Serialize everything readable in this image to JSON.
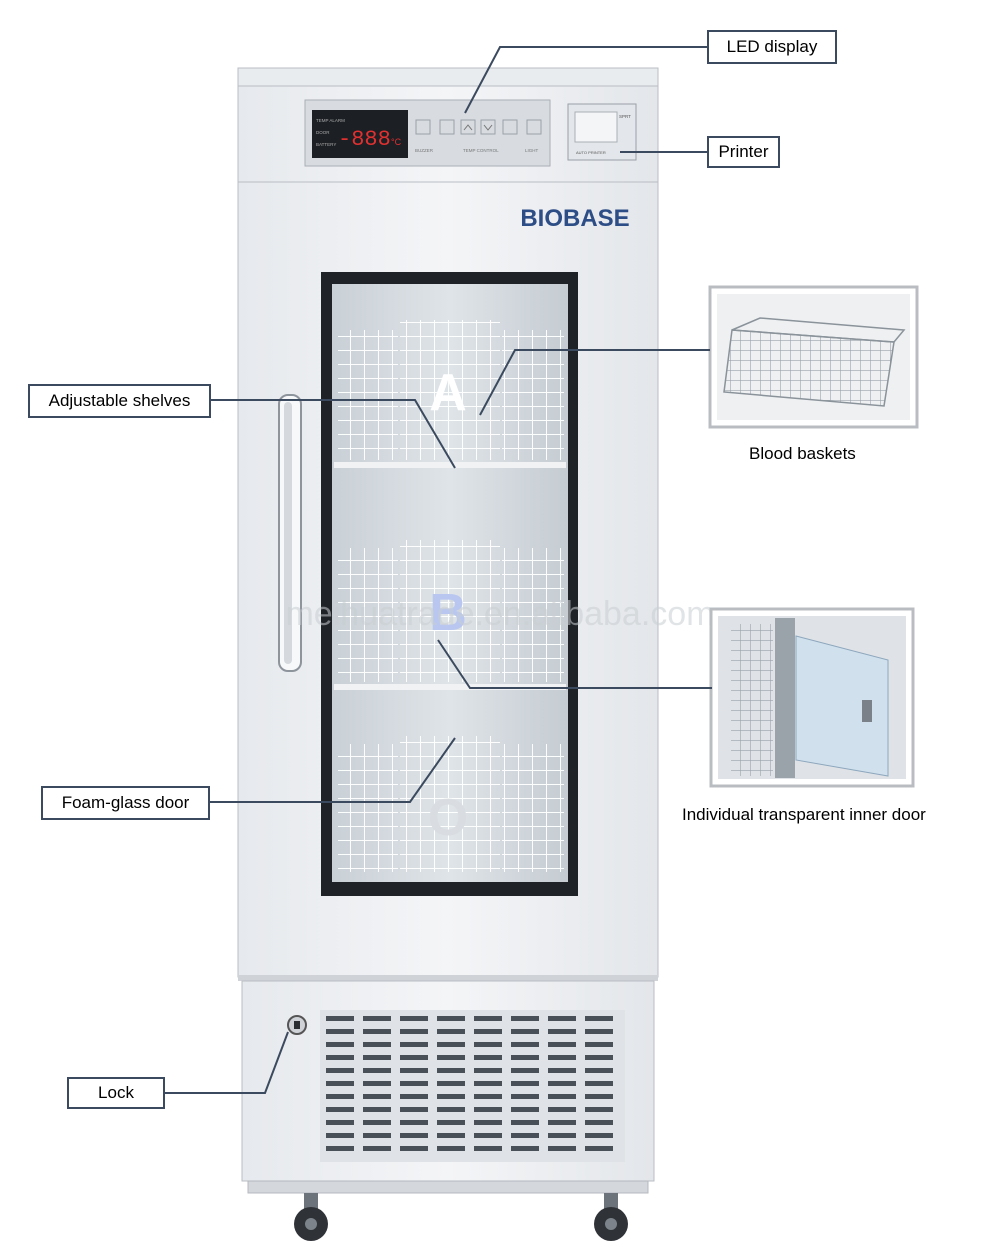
{
  "brand": "BIOBASE",
  "display": {
    "readout": "-888",
    "unit": "°C",
    "indicators": [
      "TEMP ALARM",
      "DOOR",
      "BATTERY"
    ],
    "button_labels": [
      "BUZZER",
      "TEMP CONTROL",
      "LIGHT"
    ]
  },
  "printer_panel": {
    "top_label": "SPRT",
    "bottom_label": "AUTO PRINTER"
  },
  "basket_letters": [
    "A",
    "B",
    "O"
  ],
  "watermark": "meihuatrade.en.alibaba.com",
  "callouts": {
    "led_display": "LED display",
    "printer": "Printer",
    "adjustable_shelves": "Adjustable shelves",
    "foam_glass_door": "Foam-glass door",
    "lock": "Lock"
  },
  "captions": {
    "blood_baskets": "Blood baskets",
    "inner_door": "Individual transparent inner door"
  },
  "colors": {
    "leader_line": "#3b4a5e",
    "brand_text": "#2d4d86",
    "cabinet": "#eef0f3",
    "display_red": "#e03030"
  }
}
